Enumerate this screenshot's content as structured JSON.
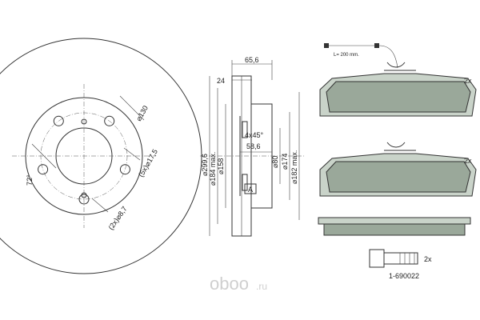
{
  "disc_front": {
    "d_pcd": "⌀130",
    "holes": "(5x)⌀17,5",
    "small_holes": "(2x)⌀8,7",
    "angle": "72°"
  },
  "disc_section": {
    "width": "65,6",
    "thickness": "24",
    "chamfer": "4x45°",
    "hub_depth": "58,6",
    "d_outer": "⌀299,6",
    "d_max1": "⌀184 max.",
    "d_hat": "⌀158",
    "d_center": "⌀80",
    "d_174": "⌀174",
    "d_max2": "⌀182 max.",
    "marker": "A"
  },
  "pads": {
    "qty_top": "2x",
    "qty_bottom": "2x",
    "sensor_length": "L= 200 mm."
  },
  "bolt": {
    "qty": "2x",
    "part_no": "1-690022"
  },
  "watermark": {
    "brand": "oboo",
    "tld": ".ru"
  }
}
